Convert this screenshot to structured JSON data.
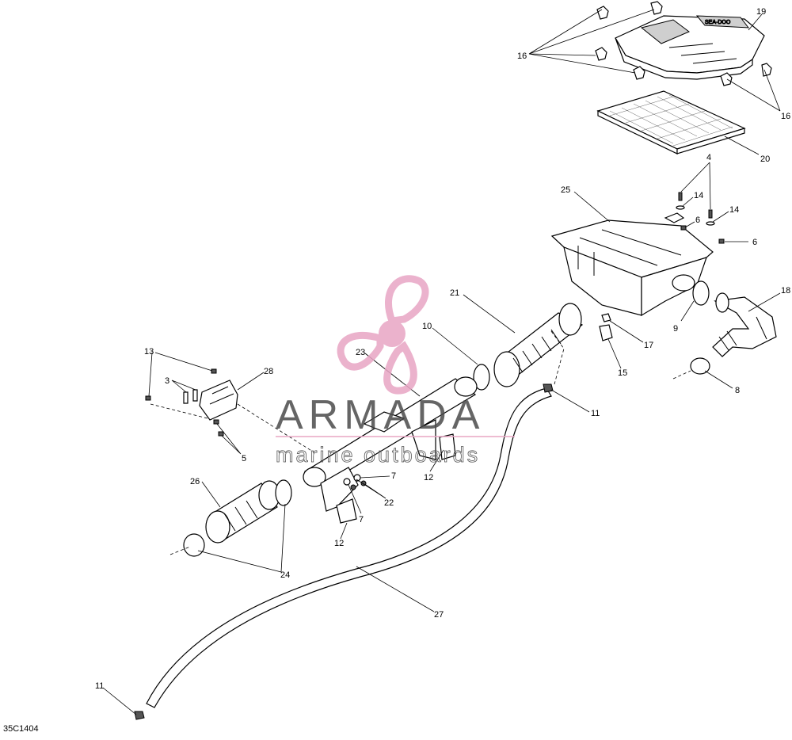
{
  "figure_code": "35C1404",
  "watermark": {
    "brand": "ARMADA",
    "tagline": "marine outboards",
    "logo_color": "#e8a5c4",
    "text_color": "#4a4a4a"
  },
  "callouts": [
    "16",
    "19",
    "16",
    "20",
    "4",
    "14",
    "25",
    "6",
    "14",
    "6",
    "21",
    "10",
    "18",
    "9",
    "17",
    "15",
    "13",
    "23",
    "28",
    "3",
    "11",
    "8",
    "5",
    "12",
    "7",
    "26",
    "22",
    "7",
    "12",
    "24",
    "27",
    "11"
  ]
}
